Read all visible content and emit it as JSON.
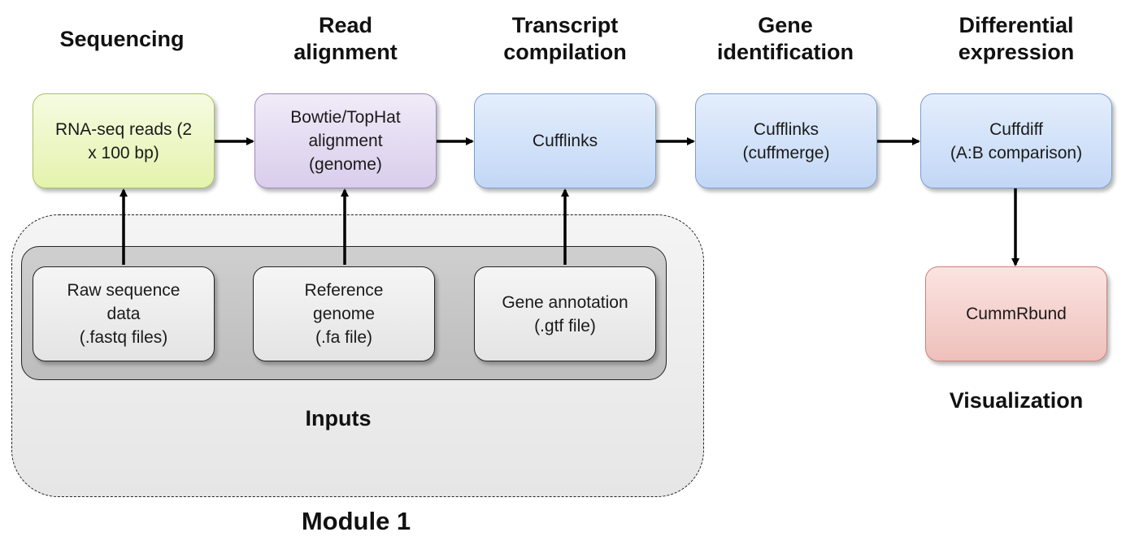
{
  "stages": {
    "sequencing": "Sequencing",
    "read_alignment": "Read\nalignment",
    "transcript_compilation": "Transcript\ncompilation",
    "gene_identification": "Gene\nidentification",
    "differential_expression": "Differential\nexpression"
  },
  "boxes": {
    "rnaseq_reads": "RNA-seq reads (2\nx 100 bp)",
    "bowtie_tophat": "Bowtie/TopHat\nalignment\n(genome)",
    "cufflinks": "Cufflinks",
    "cufflinks_merge": "Cufflinks\n(cuffmerge)",
    "cuffdiff": "Cuffdiff\n(A:B comparison)",
    "cummrbund": "CummRbund",
    "raw_sequence": "Raw sequence\ndata\n(.fastq files)",
    "reference_genome": "Reference\ngenome\n(.fa file)",
    "gene_annotation": "Gene annotation\n(.gtf file)"
  },
  "labels": {
    "inputs": "Inputs",
    "module": "Module 1",
    "visualization": "Visualization"
  },
  "colors": {
    "sequencing_box": "#e4f3ad",
    "alignment_box": "#d9cdec",
    "cufflinks_box": "#c2d7f6",
    "visualization_box": "#eec0bb",
    "input_box": "#e4e4e4",
    "arrow": "#000000"
  }
}
